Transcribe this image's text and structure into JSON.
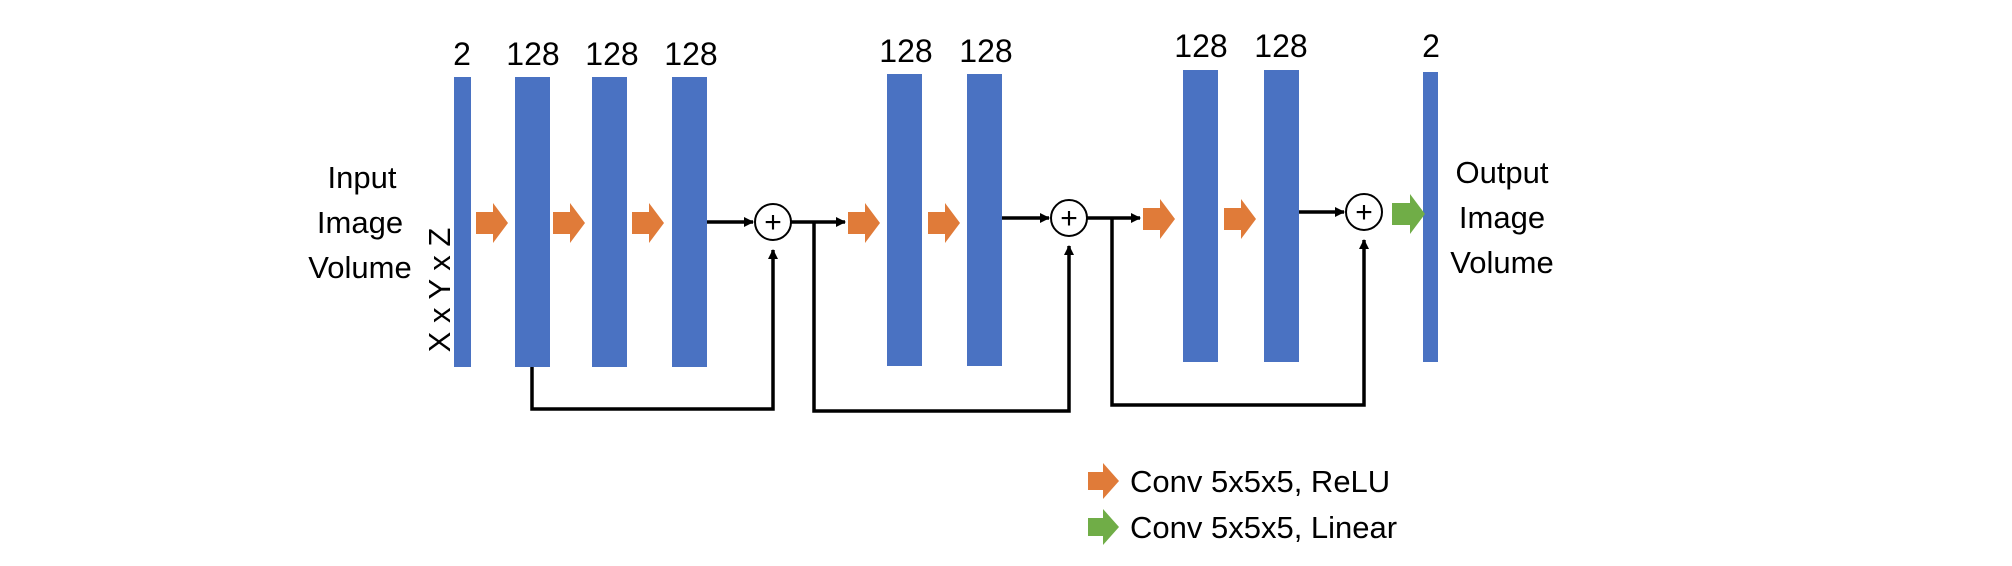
{
  "input_label": [
    "Input",
    "Image",
    "Volume"
  ],
  "dims_label": "X x Y x Z",
  "output_label": [
    "Output",
    "Image",
    "Volume"
  ],
  "channels": {
    "input": "2",
    "block1": [
      "128",
      "128",
      "128"
    ],
    "block2": [
      "128",
      "128"
    ],
    "block3": [
      "128",
      "128"
    ],
    "output": "2"
  },
  "sum_symbol": "+",
  "legend": [
    {
      "label": "Conv 5x5x5, ReLU",
      "color": "#E07B39",
      "icon": "orange-arrow-icon"
    },
    {
      "label": "Conv 5x5x5, Linear",
      "color": "#70AD47",
      "icon": "green-arrow-icon"
    }
  ],
  "colors": {
    "layer": "#4A72C2",
    "relu": "#E07B39",
    "linear": "#70AD47",
    "line": "#000000"
  }
}
